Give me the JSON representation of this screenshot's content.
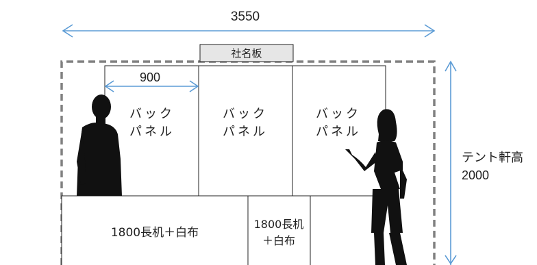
{
  "diagram": {
    "total_width_label": "3550",
    "panel_width_label": "900",
    "nameplate_label": "社名板",
    "tent_height_label_line1": "テント軒高",
    "tent_height_label_line2": "2000",
    "panels": [
      {
        "line1": "バック",
        "line2": "パネル"
      },
      {
        "line1": "バック",
        "line2": "パネル"
      },
      {
        "line1": "バック",
        "line2": "パネル"
      }
    ],
    "table_large_label": "1800長机＋白布",
    "table_small_label_line1": "1800長机",
    "table_small_label_line2": "＋白布",
    "colors": {
      "dimension_arrow": "#5b9bd5",
      "outline": "#222222",
      "tent_border": "#808080",
      "nameplate_fill": "#e6e6e6",
      "silhouette": "#111111"
    }
  }
}
